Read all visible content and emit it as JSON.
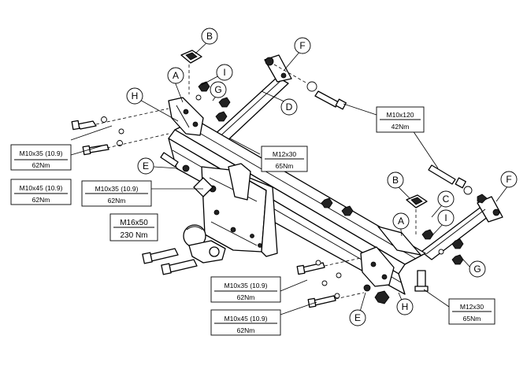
{
  "callouts": {
    "A": "A",
    "B": "B",
    "C": "C",
    "D": "D",
    "E": "E",
    "F": "F",
    "G": "G",
    "H": "H",
    "I": "I"
  },
  "specs": {
    "m10x35_left": {
      "size": "M10x35 (10.9)",
      "torque": "62Nm"
    },
    "m10x45_left": {
      "size": "M10x45 (10.9)",
      "torque": "62Nm"
    },
    "m10x35_center": {
      "size": "M10x35 (10.9)",
      "torque": "62Nm"
    },
    "m12x30_top": {
      "size": "M12x30",
      "torque": "65Nm"
    },
    "m10x120": {
      "size": "M10x120",
      "torque": "42Nm"
    },
    "m16x50": {
      "size": "M16x50",
      "torque": "230 Nm"
    },
    "m10x35_bottom": {
      "size": "M10x35 (10.9)",
      "torque": "62Nm"
    },
    "m10x45_bottom": {
      "size": "M10x45 (10.9)",
      "torque": "62Nm"
    },
    "m12x30_bottom": {
      "size": "M12x30",
      "torque": "65Nm"
    }
  }
}
